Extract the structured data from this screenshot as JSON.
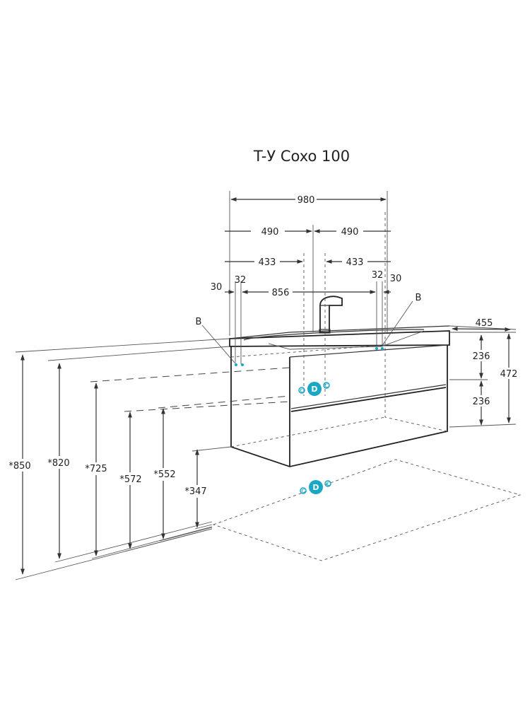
{
  "title": "T-У Coxo 100",
  "colors": {
    "accent": "#1aa7c6",
    "line": "#333333"
  },
  "dimensions": {
    "total_width": "980",
    "half_left": "490",
    "half_right": "490",
    "offset_left": "433",
    "offset_right": "433",
    "hole_span": "856",
    "edge_left_30": "30",
    "edge_left_32": "32",
    "edge_right_32": "32",
    "edge_right_30": "30",
    "depth": "455",
    "drawer_top": "236",
    "drawer_bottom": "236",
    "total_height": "472",
    "h_850": "*850",
    "h_820": "*820",
    "h_725": "*725",
    "h_572": "*572",
    "h_552": "*552",
    "h_347": "*347"
  },
  "labels": {
    "point_b_left": "B",
    "point_b_right": "B",
    "marker_c": "c",
    "marker_d": "D"
  }
}
